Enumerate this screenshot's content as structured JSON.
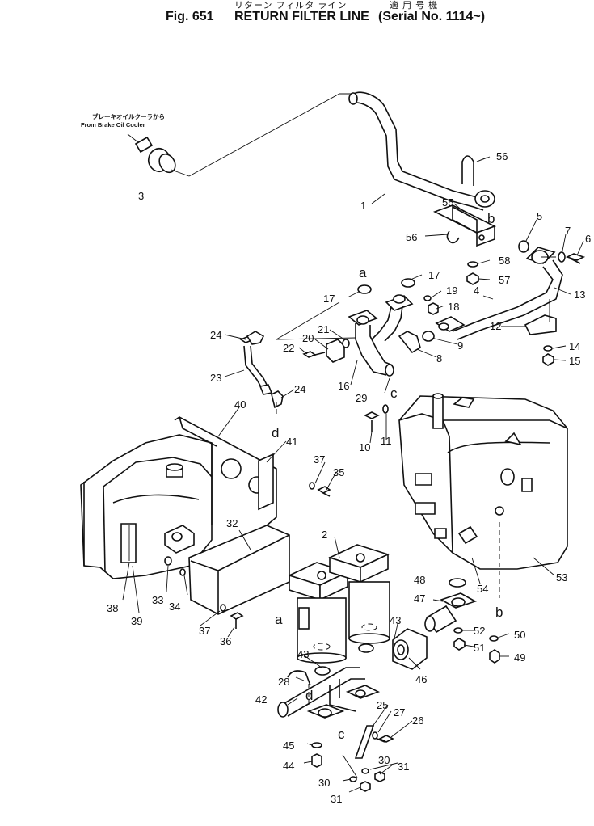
{
  "header": {
    "jp_title": "リターン フィルタ ライン",
    "jp_serial": "適 用 号 機",
    "fig_no": "Fig. 651",
    "title": "RETURN FILTER LINE",
    "serial": "(Serial No. 1114~)"
  },
  "notes": {
    "brake_jp": "ブレーキオイルクーラから",
    "brake_en": "From Brake Oil Cooler"
  },
  "part_numbers": [
    "1",
    "2",
    "3",
    "4",
    "5",
    "6",
    "7",
    "8",
    "9",
    "10",
    "11",
    "12",
    "13",
    "14",
    "15",
    "16",
    "17",
    "18",
    "19",
    "20",
    "21",
    "22",
    "23",
    "24",
    "25",
    "26",
    "27",
    "28",
    "29",
    "30",
    "31",
    "32",
    "33",
    "34",
    "35",
    "36",
    "37",
    "38",
    "39",
    "40",
    "41",
    "42",
    "43",
    "44",
    "45",
    "46",
    "47",
    "48",
    "49",
    "50",
    "51",
    "52",
    "53",
    "54",
    "55",
    "56",
    "57",
    "58"
  ],
  "connection_letters": [
    "a",
    "b",
    "c",
    "d"
  ]
}
